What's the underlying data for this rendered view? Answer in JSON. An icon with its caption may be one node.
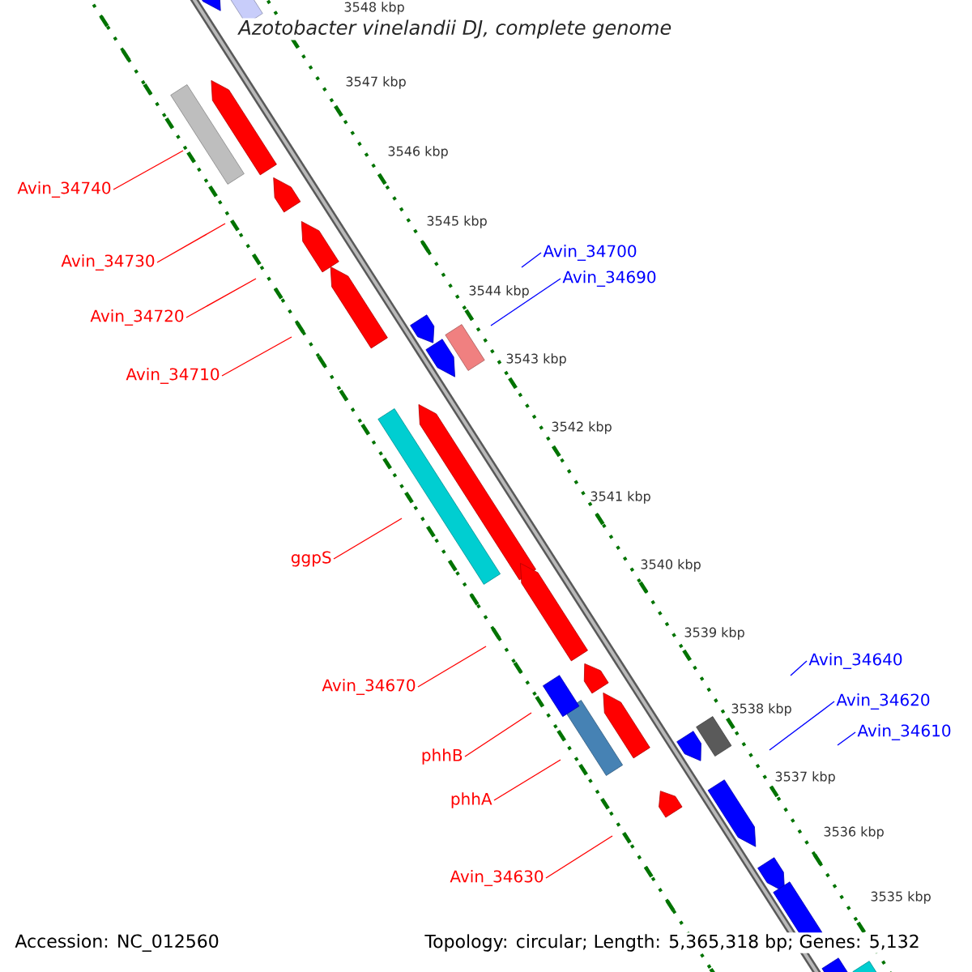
{
  "diagram": {
    "title": "Azotobacter vinelandii DJ, complete genome",
    "nodes": [
      {
        "text": [
          "Avin_34740"
        ]
      },
      {
        "text": [
          "Avin_34700"
        ]
      },
      {
        "text": [
          "Avin_34730"
        ]
      },
      {
        "text": [
          "Avin_34690"
        ]
      },
      {
        "text": [
          "Avin_34720"
        ]
      },
      {
        "text": [
          "Avin_34710"
        ]
      },
      {
        "text": [
          "ggpS"
        ]
      },
      {
        "text": [
          "Avin_34640"
        ]
      },
      {
        "text": [
          "Avin_34670"
        ]
      },
      {
        "text": [
          "Avin_34620"
        ]
      },
      {
        "text": [
          "Avin_34610"
        ]
      },
      {
        "text": [
          "phhB"
        ]
      },
      {
        "text": [
          "phhA"
        ]
      },
      {
        "text": [
          "Avin_34630"
        ]
      }
    ],
    "edges": [
      {
        "from": 0,
        "to": null,
        "arrow": "none",
        "color": "#ff0000"
      },
      {
        "from": 1,
        "to": null,
        "arrow": "none",
        "color": "#0000ff"
      },
      {
        "from": 2,
        "to": null,
        "arrow": "none",
        "color": "#ff0000"
      },
      {
        "from": 3,
        "to": null,
        "arrow": "none",
        "color": "#0000ff"
      },
      {
        "from": 4,
        "to": null,
        "arrow": "none",
        "color": "#ff0000"
      },
      {
        "from": 5,
        "to": null,
        "arrow": "none",
        "color": "#ff0000"
      },
      {
        "from": 6,
        "to": null,
        "arrow": "none",
        "color": "#ff0000"
      },
      {
        "from": 7,
        "to": null,
        "arrow": "none",
        "color": "#0000ff"
      },
      {
        "from": 8,
        "to": null,
        "arrow": "none",
        "color": "#ff0000"
      },
      {
        "from": 9,
        "to": null,
        "arrow": "none",
        "color": "#0000ff"
      },
      {
        "from": 10,
        "to": null,
        "arrow": "none",
        "color": "#0000ff"
      },
      {
        "from": 11,
        "to": null,
        "arrow": "none",
        "color": "#ff0000"
      },
      {
        "from": 12,
        "to": null,
        "arrow": "none",
        "color": "#ff0000"
      },
      {
        "from": 13,
        "to": null,
        "arrow": "none",
        "color": "#ff0000"
      }
    ],
    "labels": [
      "3548 kbp",
      "3547 kbp",
      "3546 kbp",
      "3545 kbp",
      "3544 kbp",
      "3543 kbp",
      "3542 kbp",
      "3541 kbp",
      "3540 kbp",
      "3539 kbp",
      "3538 kbp",
      "3537 kbp",
      "3536 kbp",
      "3535 kbp",
      "Accession: NC_012560",
      "Topology: circular; Length: 5,365,318 bp; Genes: 5,132"
    ]
  }
}
